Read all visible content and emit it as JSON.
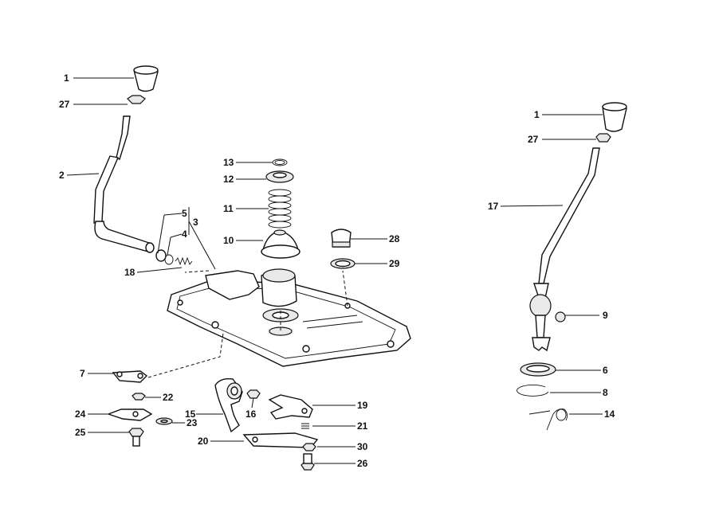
{
  "callouts": {
    "c1a": "1",
    "c27a": "27",
    "c2": "2",
    "c5": "5",
    "c3": "3",
    "c4": "4",
    "c18": "18",
    "c13": "13",
    "c12": "12",
    "c11": "11",
    "c10": "10",
    "c28": "28",
    "c29": "29",
    "c7": "7",
    "c22": "22",
    "c24": "24",
    "c25": "25",
    "c23": "23",
    "c15": "15",
    "c16": "16",
    "c19": "19",
    "c21": "21",
    "c20": "20",
    "c30": "30",
    "c26": "26",
    "c1b": "1",
    "c27b": "27",
    "c17": "17",
    "c9": "9",
    "c6": "6",
    "c8": "8",
    "c14": "14"
  }
}
